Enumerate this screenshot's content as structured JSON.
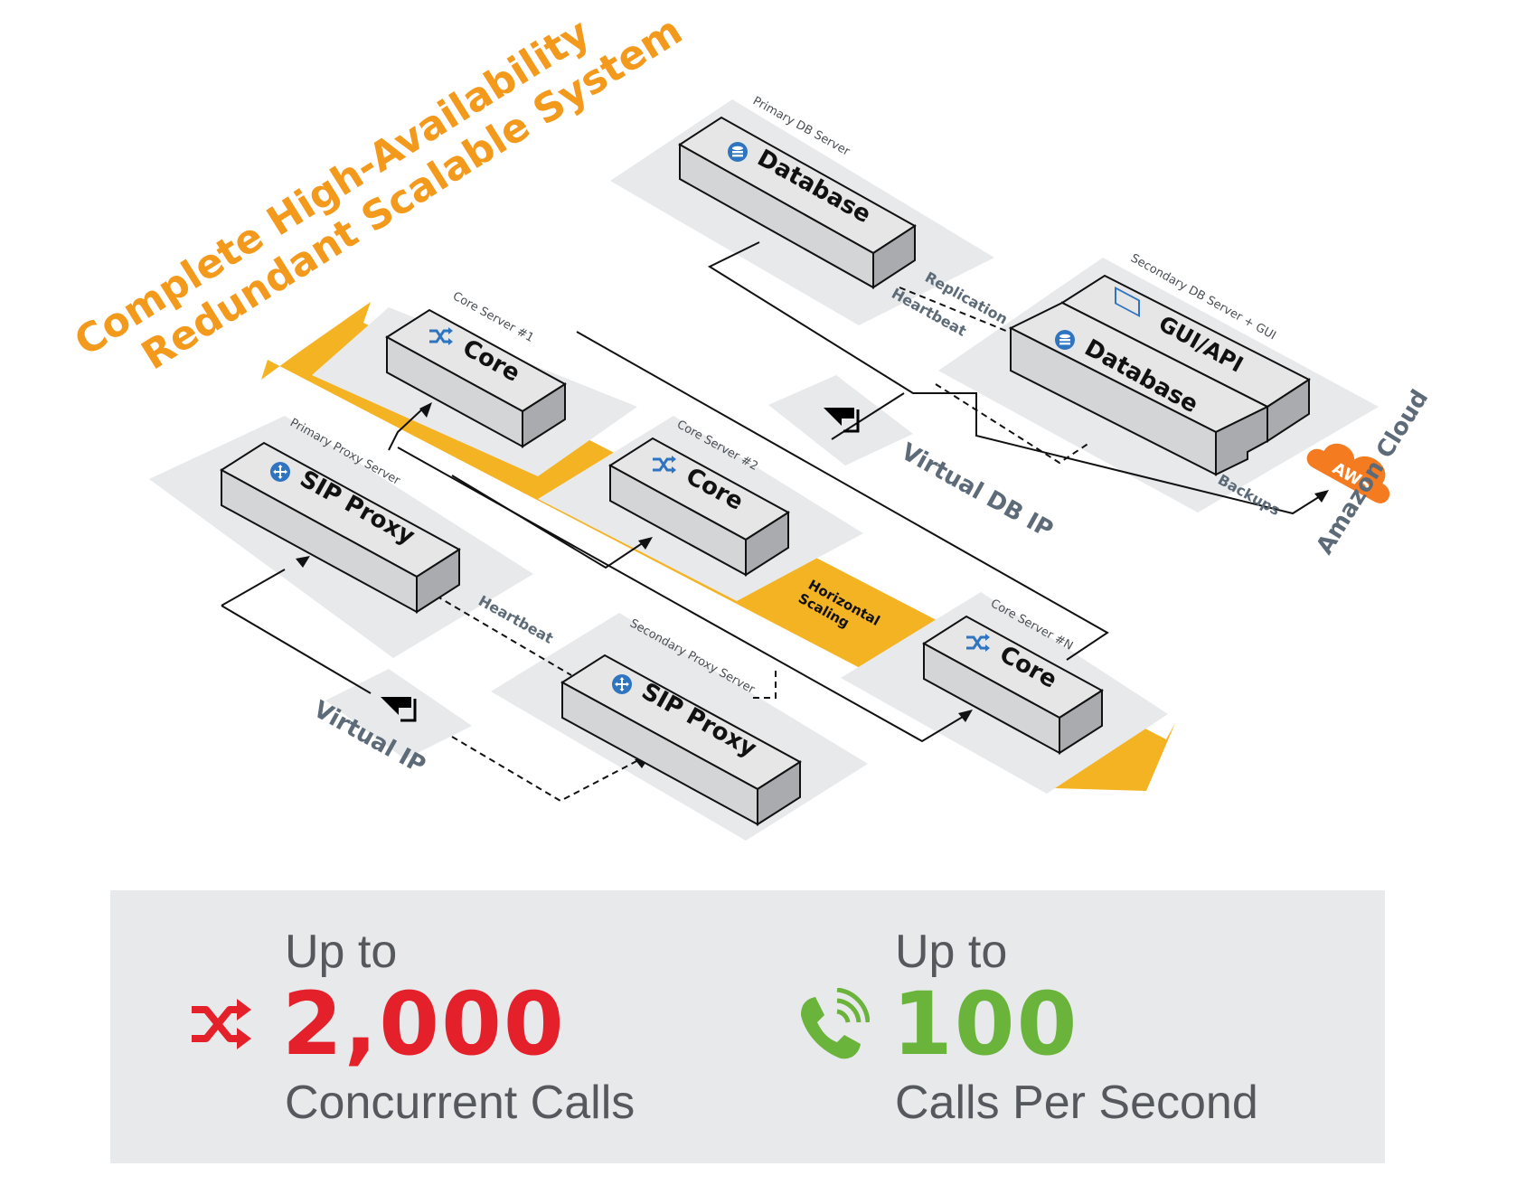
{
  "title": {
    "line1": "Complete High-Availability",
    "line2": "Redundant Scalable System"
  },
  "servers": {
    "primary_db": {
      "label": "Primary DB Server",
      "box": "Database"
    },
    "secondary_db": {
      "label": "Secondary DB Server + GUI",
      "box_top": "GUI/API",
      "box_bottom": "Database"
    },
    "core1": {
      "label": "Core Server #1",
      "box": "Core"
    },
    "core2": {
      "label": "Core Server #2",
      "box": "Core"
    },
    "coreN": {
      "label": "Core Server #N",
      "box": "Core"
    },
    "primary_proxy": {
      "label": "Primary Proxy Server",
      "box": "SIP Proxy"
    },
    "secondary_proxy": {
      "label": "Secondary Proxy Server",
      "box": "SIP Proxy"
    }
  },
  "links": {
    "replication": "Replication",
    "heartbeat_db": "Heartbeat",
    "heartbeat_proxy": "Heartbeat",
    "backups": "Backups"
  },
  "virtual": {
    "db_ip": "Virtual DB IP",
    "ip": "Virtual IP"
  },
  "scaling": {
    "line1": "Horizontal",
    "line2": "Scaling"
  },
  "cloud": {
    "badge": "AWS",
    "label": "Amazon Cloud"
  },
  "colors": {
    "arrow": "#f4b322",
    "title": "#f39a1c",
    "red": "#e4202a",
    "green": "#6ab43b",
    "panel": "#e8e9eb",
    "icon_blue": "#2f74c0"
  },
  "stats": [
    {
      "prefix": "Up to",
      "value": "2,000",
      "caption": "Concurrent Calls",
      "icon": "shuffle-icon"
    },
    {
      "prefix": "Up to",
      "value": "100",
      "caption": "Calls Per Second",
      "icon": "phone-icon"
    }
  ]
}
